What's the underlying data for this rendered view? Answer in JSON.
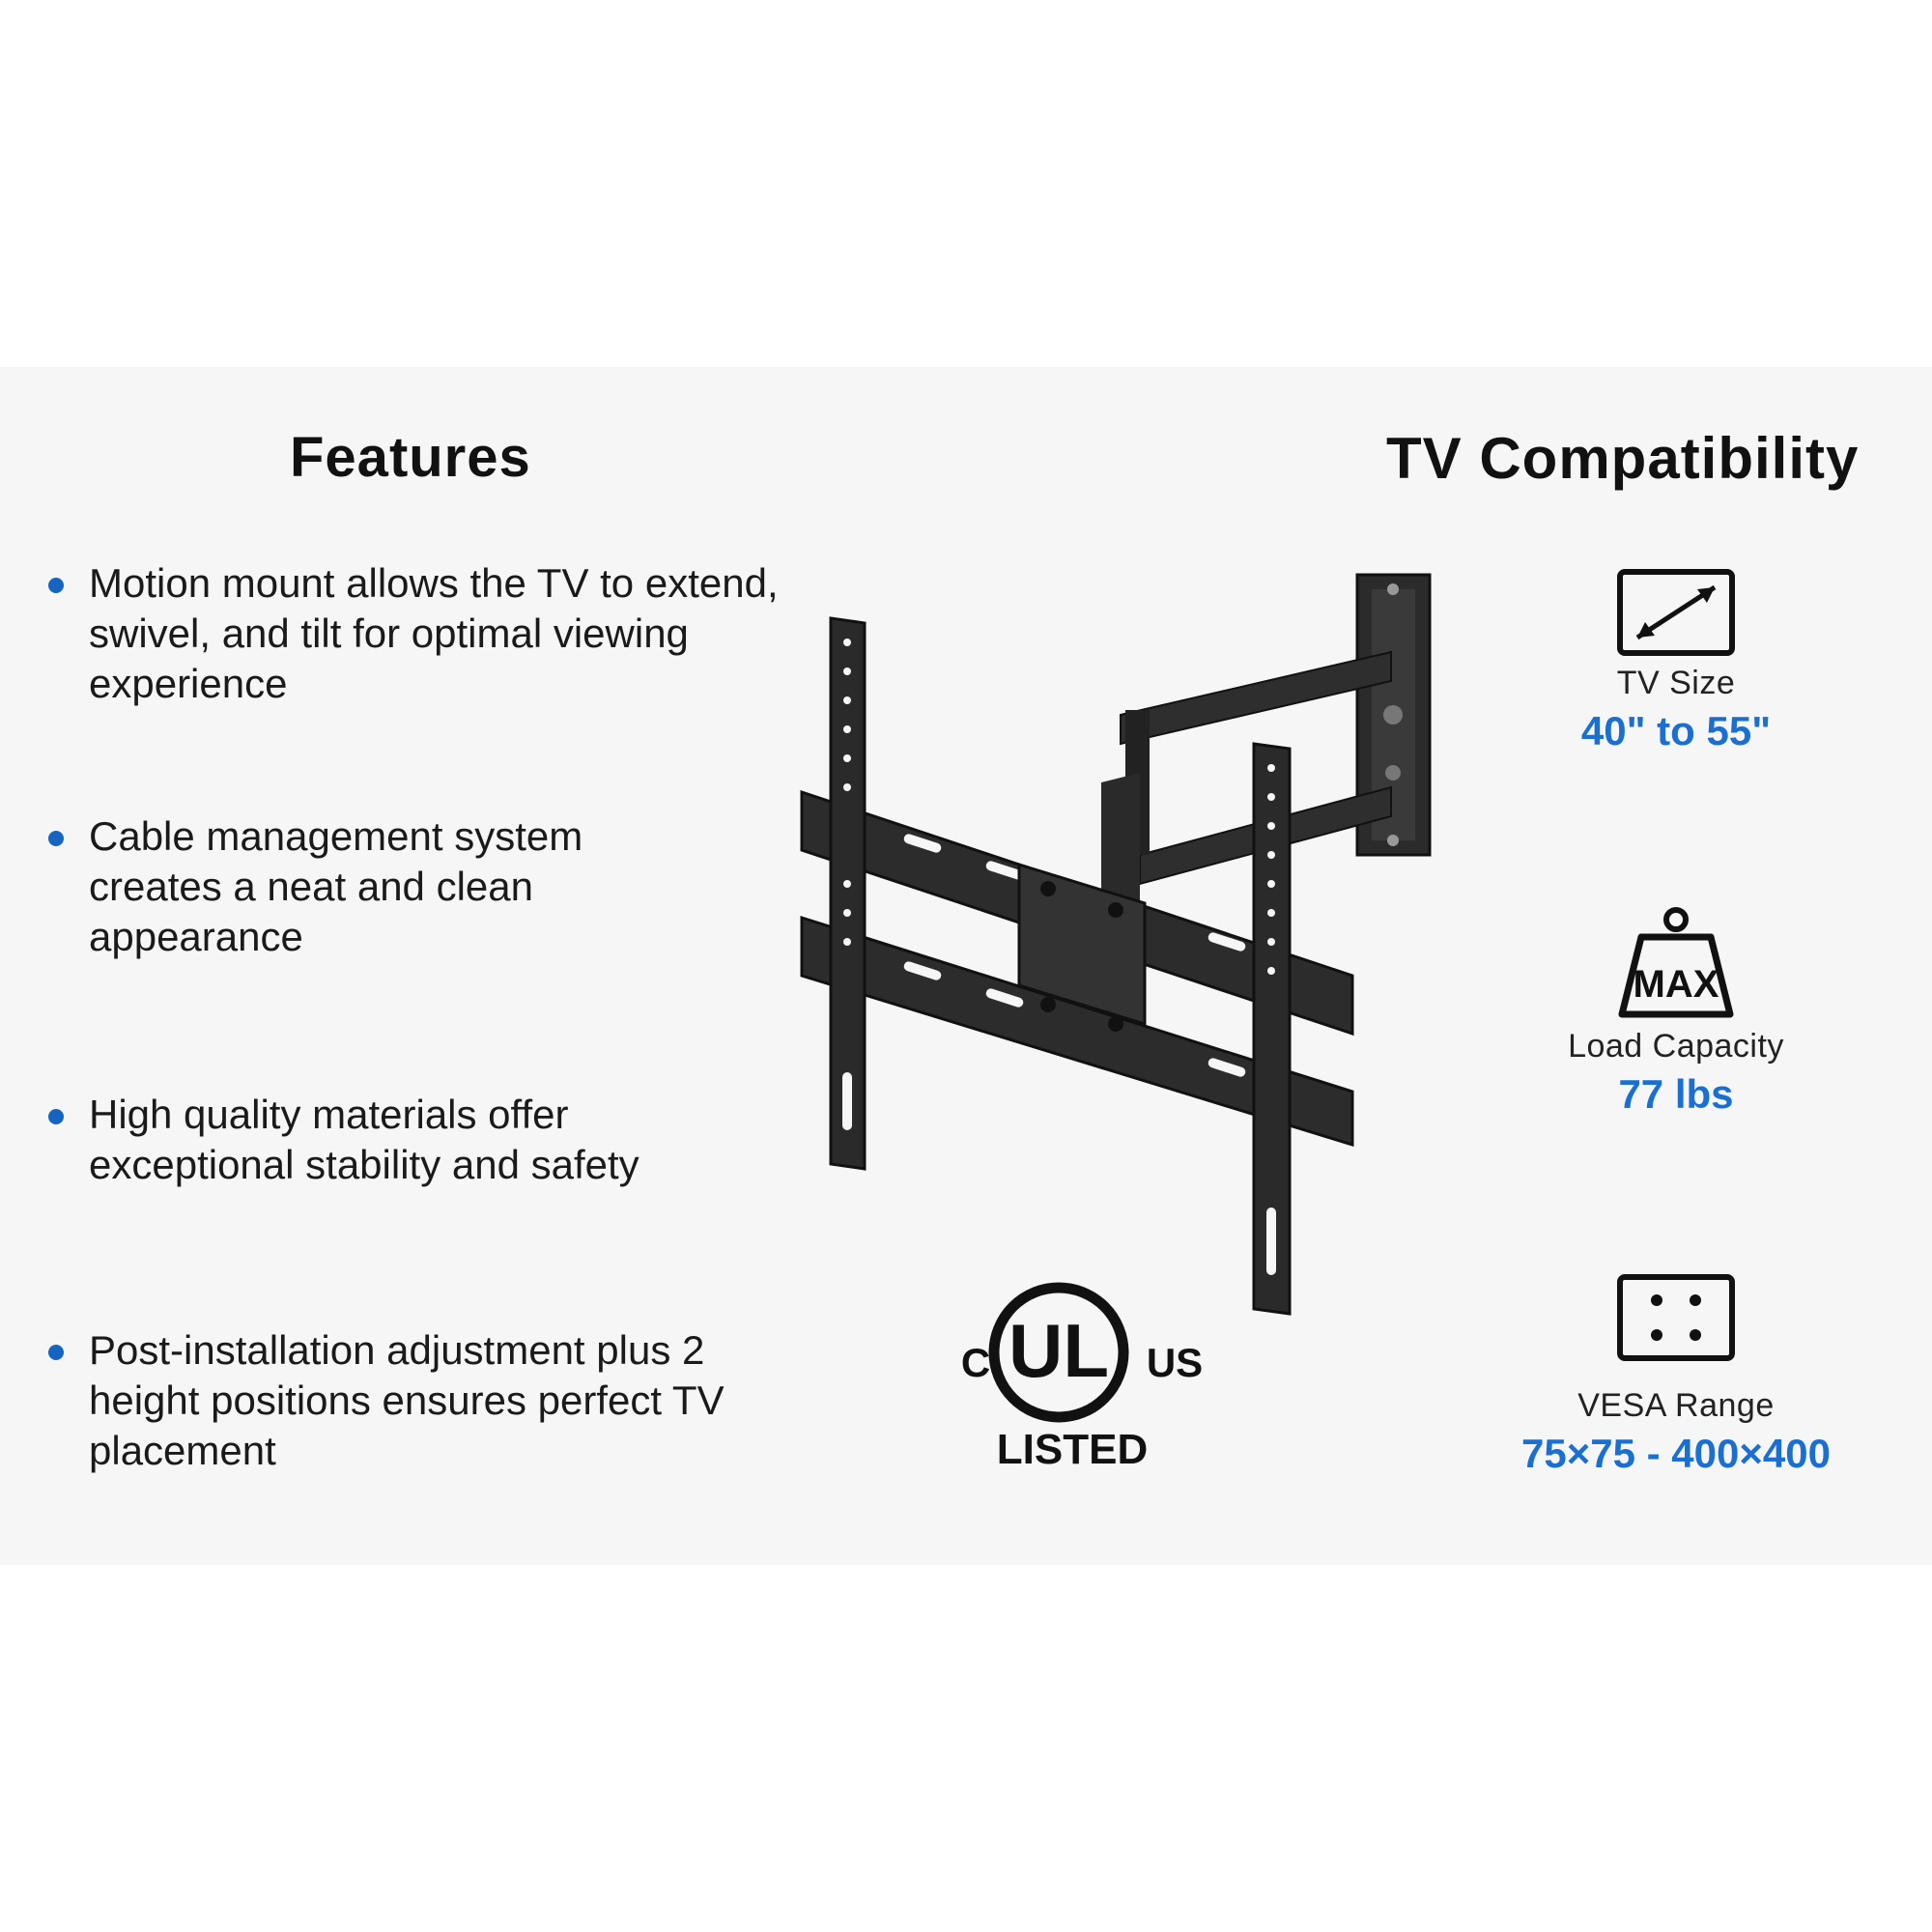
{
  "features": {
    "title": "Features",
    "items": [
      {
        "text": "Motion mount allows the TV to extend, swivel, and tilt for optimal viewing experience"
      },
      {
        "text": "Cable management system creates a neat and clean appearance"
      },
      {
        "text": "High quality materials offer exceptional stability and safety"
      },
      {
        "text": "Post-installation adjustment plus 2 height positions ensures perfect TV placement"
      }
    ]
  },
  "compatibility": {
    "title": "TV Compatibility",
    "specs": [
      {
        "icon": "tv-size-icon",
        "label": "TV Size",
        "value": "40\" to 55\""
      },
      {
        "icon": "max-weight-icon",
        "label": "Load Capacity",
        "value": "77 lbs",
        "icon_text": "MAX"
      },
      {
        "icon": "vesa-pattern-icon",
        "label": "VESA Range",
        "value": "75×75 - 400×400"
      }
    ]
  },
  "certification": {
    "mark": "UL",
    "left": "C",
    "right": "US",
    "bottom": "LISTED"
  },
  "colors": {
    "accent": "#1a6fd1",
    "bullet": "#1565c0",
    "panel": "#f6f6f6"
  }
}
